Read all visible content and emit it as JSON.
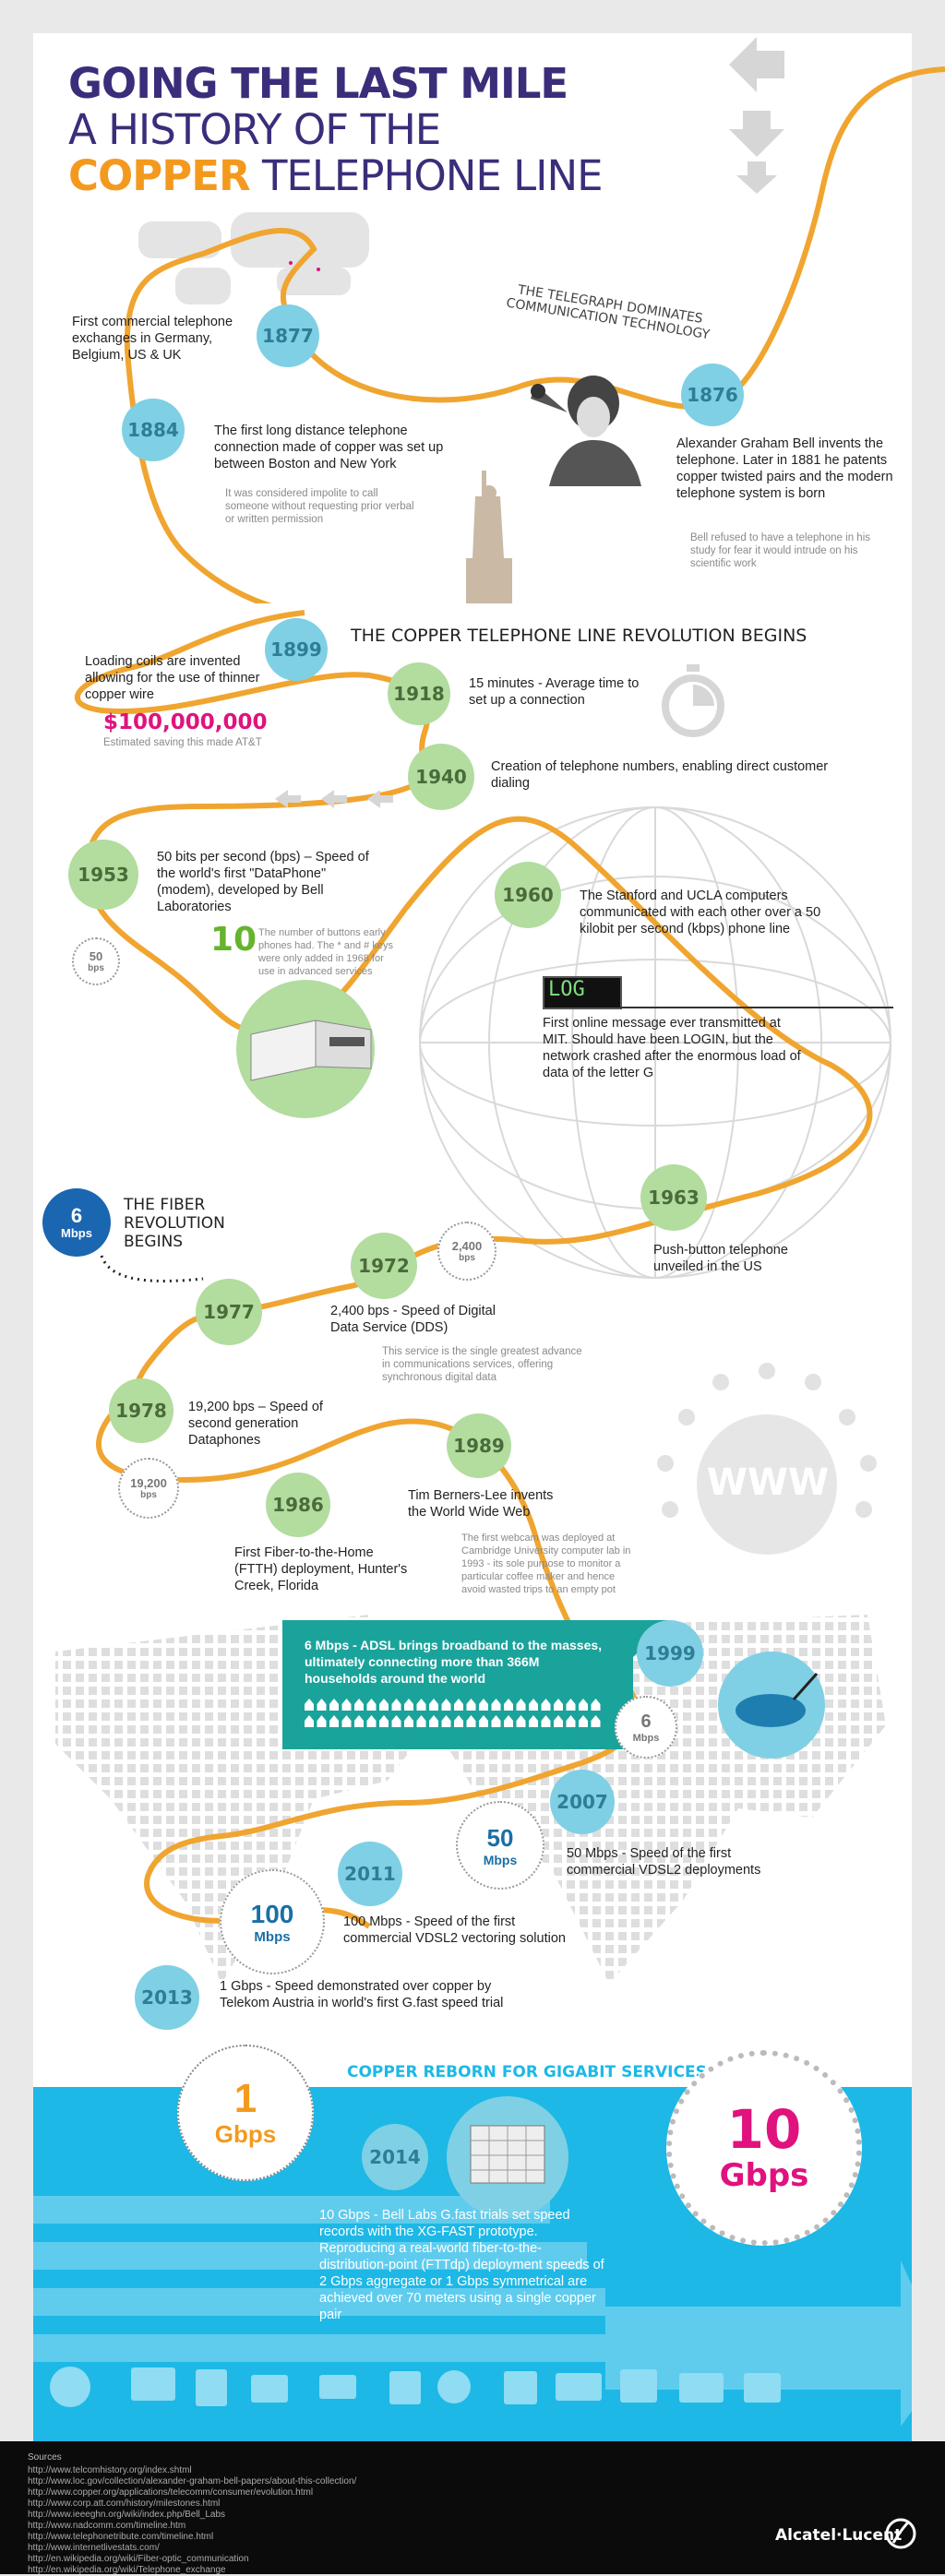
{
  "title": {
    "line1": "GOING THE LAST MILE",
    "line2": "A HISTORY OF THE",
    "line3_a": "COPPER",
    "line3_b": " TELEPHONE LINE"
  },
  "colors": {
    "purple": "#3b2d7a",
    "orange": "#f39a1e",
    "blue": "#7fd0e4",
    "green": "#b3dc9f",
    "magenta": "#e0127e",
    "teal": "#1aa39b",
    "cyan": "#1db8e6"
  },
  "telegraph_heading": "THE TELEGRAPH DOMINATES COMMUNICATION TECHNOLOGY",
  "revolution_heading": "THE COPPER TELEPHONE LINE REVOLUTION BEGINS",
  "fiber_heading": "THE FIBER REVOLUTION BEGINS",
  "gigabit_heading": "COPPER REBORN FOR GIGABIT SERVICES",
  "events": {
    "y1877": {
      "year": "1877",
      "text": "First commercial telephone exchanges in Germany, Belgium, US & UK"
    },
    "y1876": {
      "year": "1876",
      "text": "Alexander Graham Bell invents the telephone.  Later in 1881 he patents copper twisted pairs and the modern telephone system is born",
      "note": "Bell refused to have a telephone in his study for fear it would intrude on his scientific work"
    },
    "y1884": {
      "year": "1884",
      "text": "The first long distance telephone connection made of copper was set up between Boston and New York",
      "note": "It was considered impolite to call someone without requesting prior verbal or written permission"
    },
    "y1899": {
      "year": "1899",
      "text": "Loading coils are invented allowing for the use of thinner copper wire",
      "amount": "$100,000,000",
      "amount_note": "Estimated saving this made AT&T"
    },
    "y1918": {
      "year": "1918",
      "text": "15 minutes - Average time to set up a connection"
    },
    "y1940": {
      "year": "1940",
      "text": "Creation of telephone numbers, enabling direct customer dialing"
    },
    "y1953": {
      "year": "1953",
      "text": "50 bits per second (bps) – Speed of the world's first \"DataPhone\" (modem), developed by Bell Laboratories",
      "speed_num": "50",
      "speed_unit": "bps",
      "buttons_num": "10",
      "buttons_note": "The number of buttons early phones had. The * and # keys were only added in 1968 for use in advanced services"
    },
    "y1960": {
      "year": "1960",
      "text": "The Stanford and UCLA computers communicated with each other over a 50 kilobit per second (kbps) phone line",
      "screen": "LOG",
      "log_text": "First online message ever transmitted at MIT. Should have been LOGIN, but the network crashed after the enormous load of data of the letter G"
    },
    "y1963": {
      "year": "1963",
      "text": "Push-button telephone unveiled in the US"
    },
    "y1972": {
      "year": "1972",
      "speed_num": "2,400",
      "speed_unit": "bps"
    },
    "y1977": {
      "year": "1977",
      "text": "2,400 bps - Speed of Digital Data Service (DDS)",
      "note": "This service is the single greatest advance in communications services, offering synchronous digital data"
    },
    "y1978": {
      "year": "1978",
      "text": "19,200 bps – Speed of second generation Dataphones",
      "speed_num": "19,200",
      "speed_unit": "bps"
    },
    "y1986": {
      "year": "1986",
      "text": "First Fiber-to-the-Home (FTTH) deployment, Hunter's Creek, Florida"
    },
    "y1989": {
      "year": "1989",
      "text": "Tim Berners-Lee invents the World Wide Web",
      "note": "The first webcam was deployed at Cambridge University computer lab in 1993 - its sole purpose to monitor a particular coffee maker and hence avoid wasted trips to an empty pot",
      "www": "WWW"
    },
    "y1999": {
      "year": "1999",
      "banner": "6 Mbps - ADSL brings broadband to the masses, ultimately connecting more than 366M households around the world",
      "speed_num": "6",
      "speed_unit": "Mbps"
    },
    "y2007": {
      "year": "2007",
      "text": "50 Mbps - Speed of the first commercial VDSL2 deployments",
      "speed_num": "50",
      "speed_unit": "Mbps"
    },
    "y2011": {
      "year": "2011",
      "text": "100 Mbps - Speed of the first commercial VDSL2 vectoring solution",
      "speed_num": "100",
      "speed_unit": "Mbps"
    },
    "y2013": {
      "year": "2013",
      "text": "1 Gbps - Speed demonstrated over copper by Telekom Austria in world's first G.fast speed trial",
      "speed_num": "1",
      "speed_unit": "Gbps"
    },
    "y2014": {
      "year": "2014",
      "text": "10 Gbps - Bell Labs G.fast trials set speed records with the XG-FAST prototype. Reproducing a real-world fiber-to-the-distribution-point (FTTdp) deployment speeds of 2 Gbps aggregate or 1 Gbps symmetrical are achieved over 70 meters using a single copper pair",
      "speed_num": "10",
      "speed_unit": "Gbps"
    }
  },
  "fiber_badge": {
    "num": "6",
    "unit": "Mbps"
  },
  "footer": {
    "sources_label": "Sources",
    "sources": [
      "http://www.telcomhistory.org/index.shtml",
      "http://www.loc.gov/collection/alexander-graham-bell-papers/about-this-collection/",
      "http://www.copper.org/applications/telecomm/consumer/evolution.html",
      "http://www.corp.att.com/history/milestones.html",
      "http://www.ieeeghn.org/wiki/index.php/Bell_Labs",
      "http://www.nadcomm.com/timeline.htm",
      "http://www.telephonetribute.com/timeline.html",
      "http://www.internetlivestats.com/",
      "http://en.wikipedia.org/wiki/Fiber-optic_communication",
      "http://en.wikipedia.org/wiki/Telephone_exchange"
    ],
    "brand": "Alcatel·Lucent"
  }
}
